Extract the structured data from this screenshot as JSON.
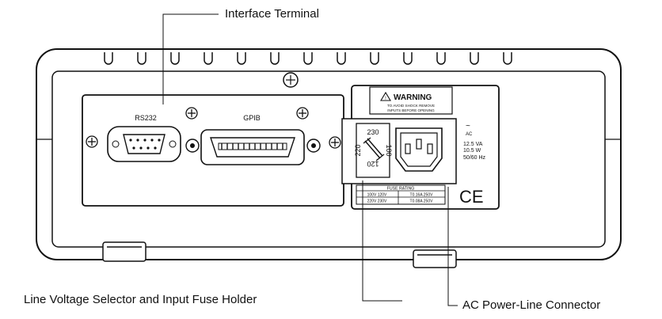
{
  "callouts": {
    "interface_terminal": "Interface  Terminal",
    "line_voltage": "Line Voltage Selector and Input Fuse Holder",
    "ac_power": "AC Power-Line Connector"
  },
  "ports": {
    "rs232": "RS232",
    "gpib": "GPIB"
  },
  "warning": {
    "title": "WARNING",
    "line1": "TO AVOID SHOCK REMOVE",
    "line2": "INPUTS BEFORE OPENING"
  },
  "voltage_selector": {
    "v230": "230",
    "v220": "220",
    "v100": "100",
    "v120": "120"
  },
  "ac_rating": {
    "symbol": "AC",
    "va": "12.5 VA",
    "w": "10.5 W",
    "hz": "50/60 Hz"
  },
  "fuse_table": {
    "header": "FUSE  RATING",
    "r1c1": "100V  120V",
    "r1c2": "T0.16A  250V",
    "r2c1": "220V  230V",
    "r2c2": "T0.08A  250V"
  },
  "ce_mark": "CE"
}
